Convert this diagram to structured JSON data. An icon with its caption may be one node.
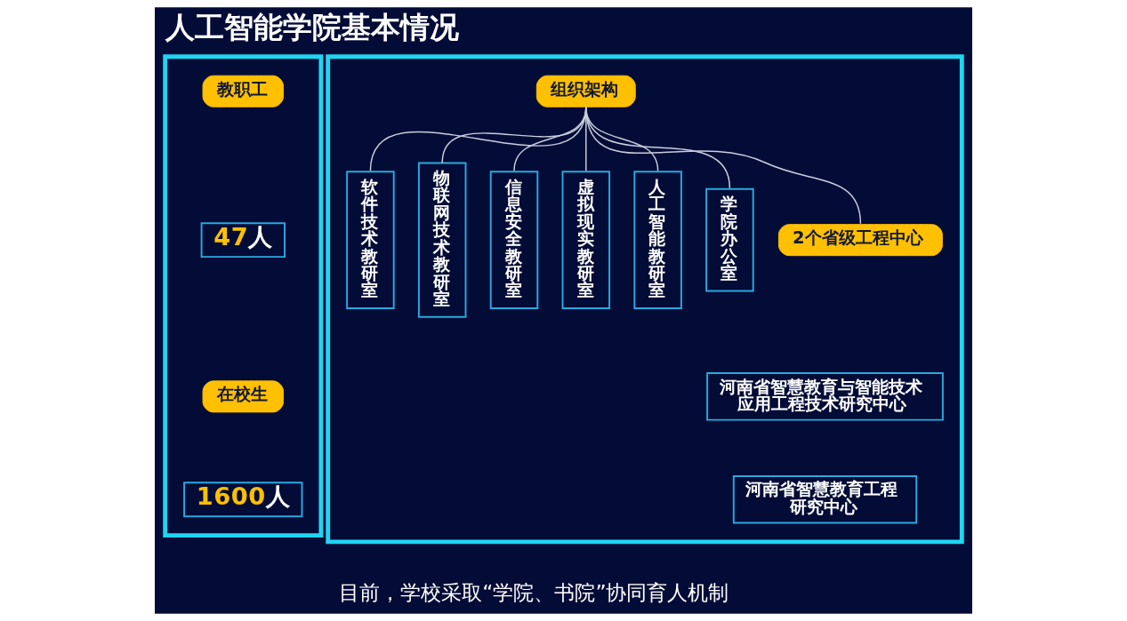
{
  "diagram": {
    "title": "人工智能学院基本情况",
    "caption": "目前，学校采取“学院、书院”协同育人机制",
    "nodes": [
      {
        "text": [],
        "shape": "box"
      },
      {
        "text": [
          "教职工"
        ],
        "in": 0
      },
      {
        "text": [
          "47人"
        ],
        "in": 0
      },
      {
        "text": [
          "在校生"
        ],
        "in": 0
      },
      {
        "text": [
          "1600人"
        ],
        "in": 0
      },
      {
        "text": [],
        "shape": "box"
      },
      {
        "text": [
          "组织架构"
        ],
        "in": 5
      },
      {
        "text": [
          "软件技术教研室"
        ],
        "in": 5
      },
      {
        "text": [
          "物联网技术教研室"
        ],
        "in": 5
      },
      {
        "text": [
          "信息安全教研室"
        ],
        "in": 5
      },
      {
        "text": [
          "虚拟现实教研室"
        ],
        "in": 5
      },
      {
        "text": [
          "人工智能教研室"
        ],
        "in": 5
      },
      {
        "text": [
          "学院办公室"
        ],
        "in": 5
      },
      {
        "text": [
          "2个省级工程中心"
        ],
        "in": 5
      },
      {
        "text": [
          "河南省智慧教育与智能技术应用工程技术研究中心"
        ],
        "in": 5
      },
      {
        "text": [
          "河南省智慧教育工程研究中心"
        ],
        "in": 5
      }
    ],
    "edges": [
      {
        "from": 6,
        "to": 7,
        "arrow": "none"
      },
      {
        "from": 6,
        "to": 8,
        "arrow": "none"
      },
      {
        "from": 6,
        "to": 9,
        "arrow": "none"
      },
      {
        "from": 6,
        "to": 10,
        "arrow": "none"
      },
      {
        "from": 6,
        "to": 11,
        "arrow": "none"
      },
      {
        "from": 6,
        "to": 12,
        "arrow": "none"
      },
      {
        "from": 6,
        "to": 13,
        "arrow": "none"
      }
    ]
  }
}
